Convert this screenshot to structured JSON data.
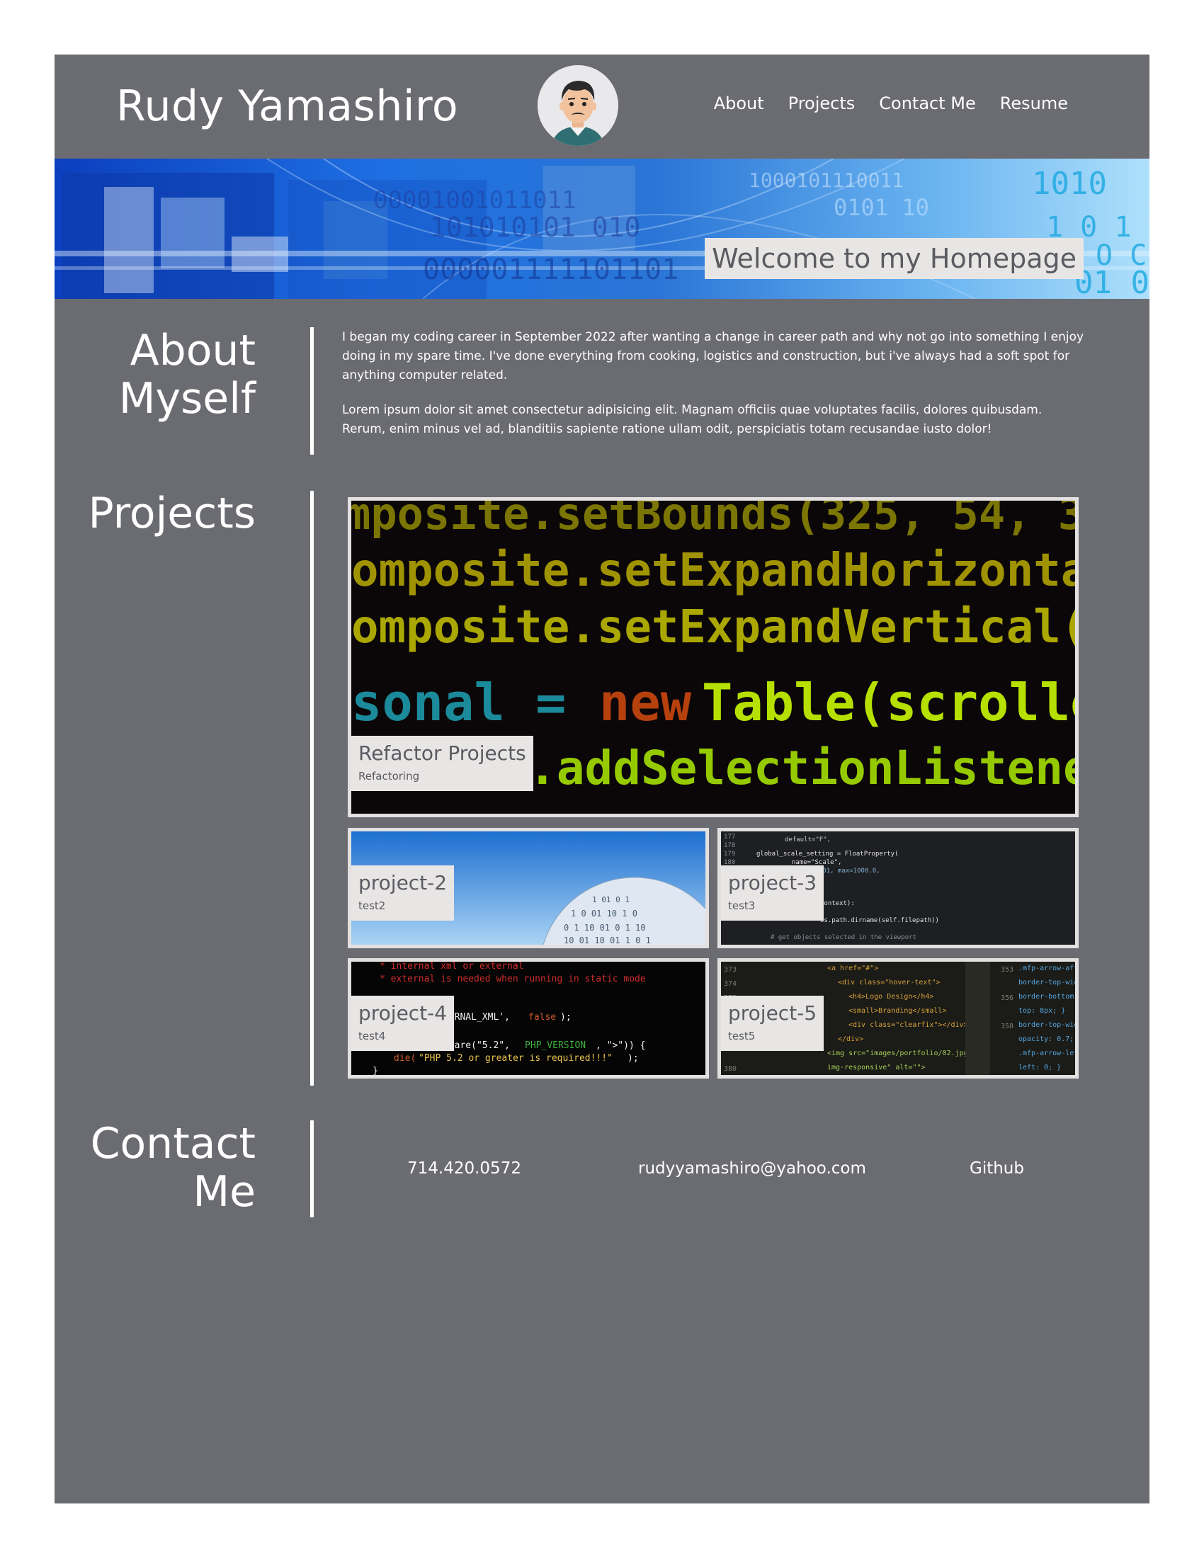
{
  "header": {
    "site_title": "Rudy Yamashiro",
    "nav": [
      "About",
      "Projects",
      "Contact Me",
      "Resume"
    ]
  },
  "banner": {
    "welcome": "Welcome to my Homepage"
  },
  "about": {
    "heading_line1": "About",
    "heading_line2": "Myself",
    "paragraph1": "I began my coding career in September 2022 after wanting a change in career path and why not go into something I enjoy doing in my spare time. I've done everything from cooking, logistics and construction, but i've always had a soft spot for anything computer related.",
    "paragraph2": "Lorem ipsum dolor sit amet consectetur adipisicing elit. Magnam officiis quae voluptates facilis, dolores quibusdam. Rerum, enim minus vel ad, blanditiis sapiente ratione ullam odit, perspiciatis totam recusandae iusto dolor!"
  },
  "projects": {
    "heading": "Projects",
    "items": [
      {
        "title": "Refactor Projects",
        "subtitle": "Refactoring"
      },
      {
        "title": "project-2",
        "subtitle": "test2"
      },
      {
        "title": "project-3",
        "subtitle": "test3"
      },
      {
        "title": "project-4",
        "subtitle": "test4"
      },
      {
        "title": "project-5",
        "subtitle": "test5"
      }
    ]
  },
  "contact": {
    "heading_line1": "Contact",
    "heading_line2": "Me",
    "phone": "714.420.0572",
    "email": "rudyyamashiro@yahoo.com",
    "github": "Github"
  },
  "colors": {
    "page_bg": "#6b6b72",
    "label_bg": "#e8e5e5",
    "label_text": "#5b5b62",
    "text": "#ffffff"
  }
}
